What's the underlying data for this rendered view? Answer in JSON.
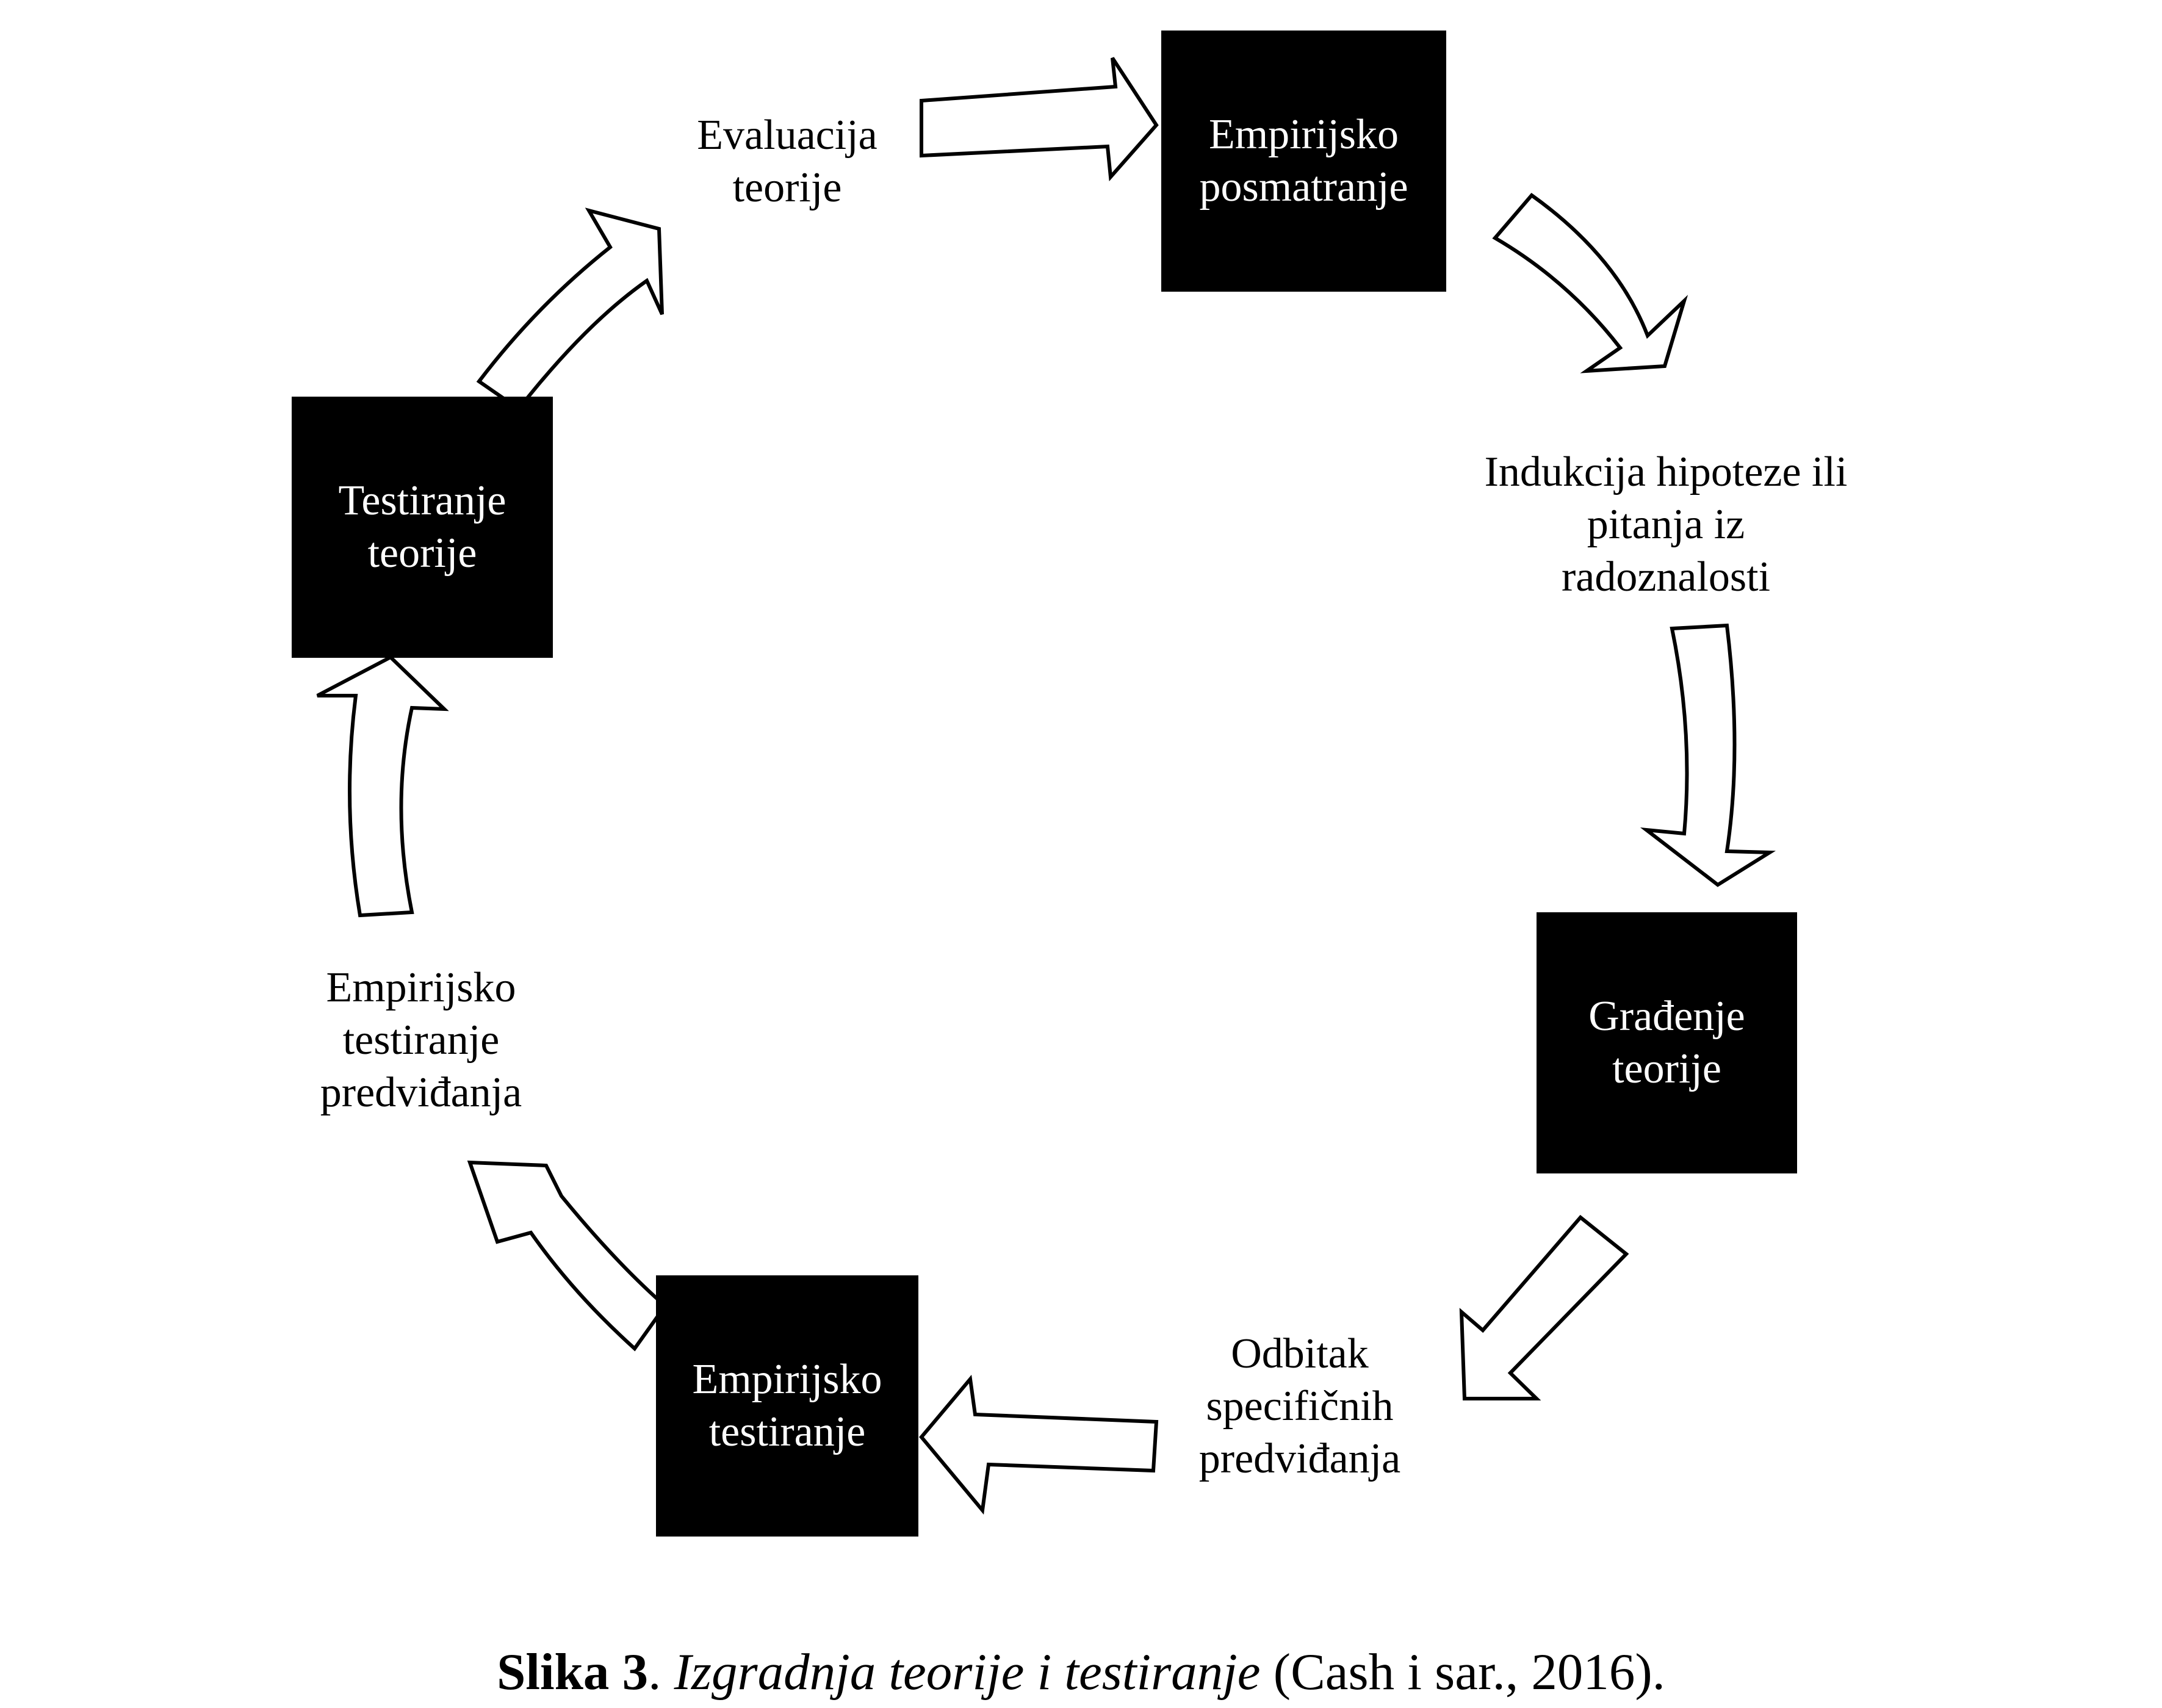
{
  "diagram": {
    "boxes": {
      "empirical_observation": [
        "Empirijsko",
        "posmatranje"
      ],
      "theory_building": [
        "Građenje",
        "teorije"
      ],
      "empirical_testing": [
        "Empirijsko",
        "testiranje"
      ],
      "theory_testing": [
        "Testiranje",
        "teorije"
      ]
    },
    "labels": {
      "theory_evaluation": [
        "Evaluacija",
        "teorije"
      ],
      "hypothesis_induction": [
        "Indukcija hipoteze ili",
        "pitanja iz",
        "radoznalosti"
      ],
      "prediction_deduction": [
        "Odbitak",
        "specifičnih",
        "predviđanja"
      ],
      "prediction_testing": [
        "Empirijsko",
        "testiranje",
        "predviđanja"
      ]
    }
  },
  "caption": {
    "label": "Slika 3",
    "separator": ". ",
    "title": "Izgradnja teorije i testiranje",
    "source": " (Cash i sar., 2016)."
  },
  "colors": {
    "box_fill": "#000000",
    "box_text": "#ffffff",
    "arrow_fill": "#ffffff",
    "arrow_stroke": "#000000"
  }
}
